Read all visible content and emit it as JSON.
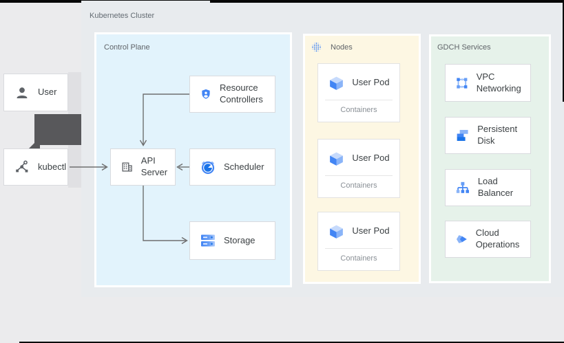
{
  "cluster": {
    "label": "Kubernetes Cluster"
  },
  "actors": {
    "user": {
      "label": "User",
      "icon": "person-icon"
    },
    "kubectl": {
      "label": "kubectl",
      "icon": "node-graph-icon"
    }
  },
  "control_plane": {
    "label": "Control Plane",
    "resource_controllers": {
      "label": "Resource Controllers",
      "icon": "shield-person-icon"
    },
    "api_server": {
      "label": "API Server",
      "icon": "building-icon"
    },
    "scheduler": {
      "label": "Scheduler",
      "icon": "alarm-clock-icon"
    },
    "storage": {
      "label": "Storage",
      "icon": "storage-racks-icon"
    }
  },
  "nodes": {
    "label": "Nodes",
    "icon": "dot-grid-icon",
    "pods": [
      {
        "title": "User Pod",
        "subtitle": "Containers",
        "icon": "cube-icon"
      },
      {
        "title": "User Pod",
        "subtitle": "Containers",
        "icon": "cube-icon"
      },
      {
        "title": "User Pod",
        "subtitle": "Containers",
        "icon": "cube-icon"
      }
    ]
  },
  "gdch": {
    "label": "GDCH Services",
    "services": [
      {
        "label": "VPC Networking",
        "icon": "vpc-network-icon"
      },
      {
        "label": "Persistent Disk",
        "icon": "persistent-disk-icon"
      },
      {
        "label": "Load Balancer",
        "icon": "load-balancer-icon"
      },
      {
        "label": "Cloud Operations",
        "icon": "cloud-operations-icon"
      }
    ]
  },
  "colors": {
    "control_plane_bg": "#e2f3fc",
    "nodes_bg": "#fdf7e3",
    "gdch_bg": "#e6f2ea",
    "google_blue": "#4285f4",
    "blue_dark": "#1a73e8",
    "blue_light": "#8ab4f8",
    "arrow_gray": "#6e6e6e",
    "block_arrow_gray": "#58585b"
  }
}
